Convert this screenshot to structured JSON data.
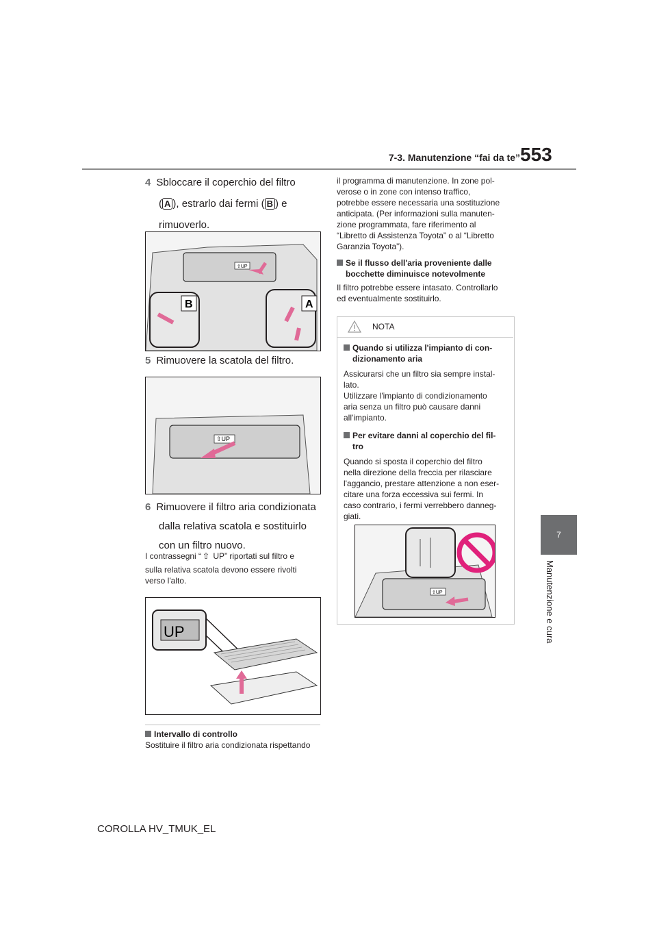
{
  "header": {
    "section": "7-3. Manutenzione “fai da te”",
    "page": "553"
  },
  "side_tab": {
    "number": "7",
    "label": "Manutenzione e cura"
  },
  "left": {
    "step4": {
      "num": "4",
      "line1": "Sbloccare il coperchio del filtro",
      "pre_a": "(",
      "label_a": "A",
      "mid": "), estrarlo dai fermi (",
      "label_b": "B",
      "post": ") e",
      "line3": "rimuoverlo."
    },
    "fig1_labels": {
      "b": "B",
      "a": "A",
      "tag": "⇧UP"
    },
    "step5": {
      "num": "5",
      "text": "Rimuovere la scatola del filtro."
    },
    "fig2_tag": "⇧UP",
    "step6": {
      "num": "6",
      "line1": "Rimuovere il filtro aria condizionata",
      "line2": "dalla relativa scatola e sostituirlo",
      "line3": "con un filtro nuovo."
    },
    "note": {
      "pre": "I contrassegni “",
      "post": " UP” riportati sul filtro e",
      "line2": "sulla relativa scatola devono essere rivolti",
      "line3": "verso l'alto."
    },
    "fig3_tag": "UP",
    "interval": {
      "title": "Intervallo di controllo",
      "text": "Sostituire il filtro aria condizionata rispettando"
    }
  },
  "right": {
    "p1": [
      "il programma di manutenzione. In zone pol-",
      "verose o in zone con intenso traffico,",
      "potrebbe essere necessaria una sostituzione",
      "anticipata. (Per informazioni sulla manuten-",
      "zione programmata, fare riferimento al",
      "“Libretto di Assistenza Toyota” o al “Libretto",
      "Garanzia Toyota”)."
    ],
    "h2": [
      "Se il flusso dell'aria proveniente dalle",
      "bocchette diminuisce notevolmente"
    ],
    "p2": [
      "Il filtro potrebbe essere intasato. Controllarlo",
      "ed eventualmente sostituirlo."
    ],
    "nota": {
      "title": "NOTA",
      "h1": [
        "Quando si utilizza l'impianto di con-",
        "dizionamento aria"
      ],
      "t1": [
        "Assicurarsi che un filtro sia sempre instal-",
        "lato.",
        "Utilizzare l'impianto di condizionamento",
        "aria senza un filtro può causare danni",
        "all'impianto."
      ],
      "h2": [
        "Per evitare danni al coperchio del fil-",
        "tro"
      ],
      "t2": [
        "Quando si sposta il coperchio del filtro",
        "nella direzione della freccia per rilasciare",
        "l'aggancio, prestare attenzione a non eser-",
        "citare una forza eccessiva sui fermi. In",
        "caso contrario, i fermi verrebbero danneg-",
        "giati."
      ],
      "fig_tag": "⇧UP"
    }
  },
  "footer": "COROLLA HV_TMUK_EL"
}
